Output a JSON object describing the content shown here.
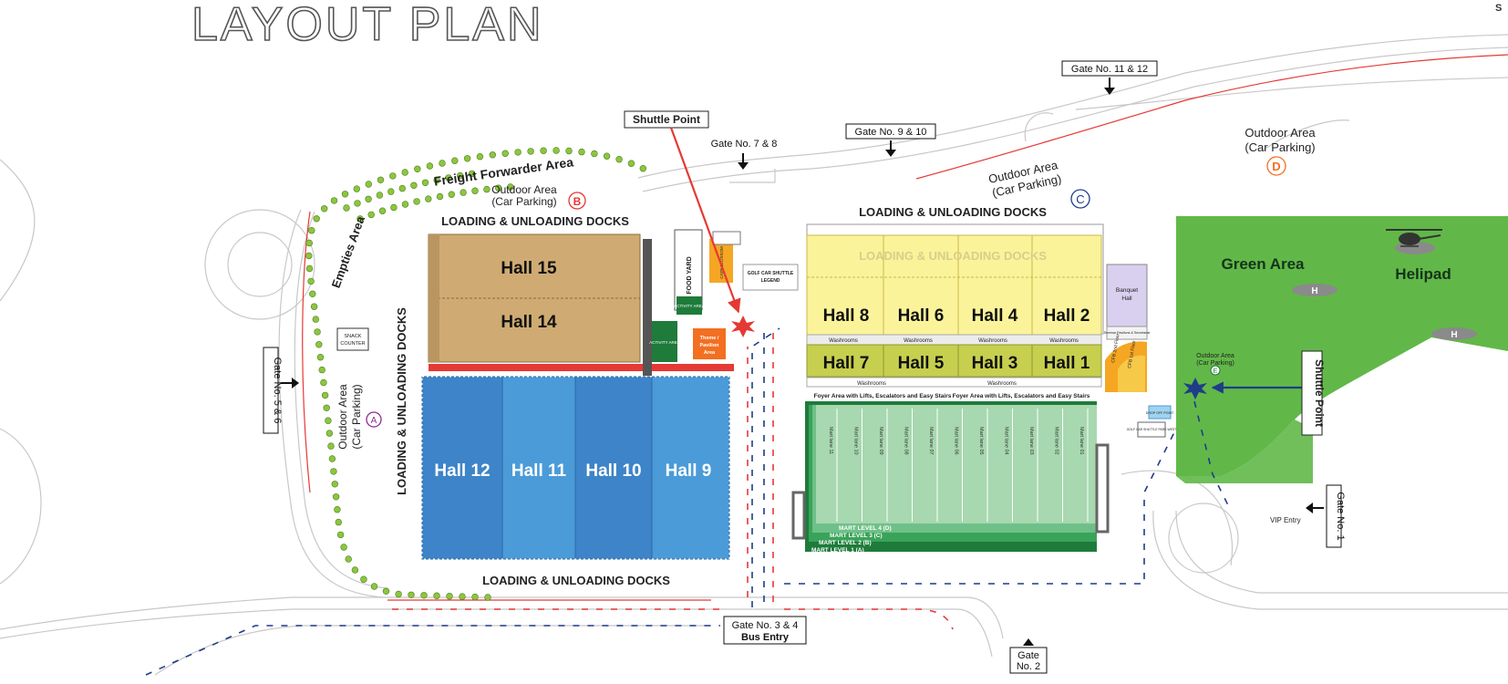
{
  "title": "LAYOUT PLAN",
  "colors": {
    "hall_tan": "#cfab73",
    "hall_blue_dark": "#3d84c8",
    "hall_blue": "#4b9bd8",
    "hall_yellow": "#fbf39a",
    "hall_olive": "#c7cf4f",
    "mart_green": "#a7d8b0",
    "green_area": "#61b848",
    "hedge": "#8cc63f",
    "bus_route": "#1f3c88",
    "car_route": "#e53935",
    "red_strip": "#e53935",
    "orange_badge": "#f36f21"
  },
  "gates": {
    "g1": "Gate No. 1",
    "g2_line1": "Gate",
    "g2_line2": "No. 2",
    "g34_line1": "Gate No. 3 & 4",
    "g34_line2": "Bus Entry",
    "g56": "Gate No. 5 & 6",
    "g78": "Gate No. 7 & 8",
    "g910": "Gate No. 9 & 10",
    "g1112": "Gate No. 11 & 12",
    "vip": "VIP Entry"
  },
  "shuttle_point": "Shuttle Point",
  "docks": {
    "north_left": "LOADING & UNLOADING DOCKS",
    "north_right": "LOADING & UNLOADING DOCKS",
    "south": "LOADING & UNLOADING DOCKS",
    "west": "LOADING & UNLOADING DOCKS",
    "yellow_overlay": "LOADING & UNLOADING DOCKS"
  },
  "areas": {
    "freight": "Freight Forwarder Area",
    "empties": "Empties Area",
    "outdoor": "Outdoor Area",
    "car_parking": "(Car Parking)",
    "badge_a": "A",
    "badge_b": "B",
    "badge_c": "C",
    "badge_d": "D",
    "badge_e": "E",
    "green_area": "Green Area",
    "helipad": "Helipad",
    "helipad_mark": "H"
  },
  "halls": {
    "h15": "Hall 15",
    "h14": "Hall 14",
    "h12": "Hall 12",
    "h11": "Hall 11",
    "h10": "Hall 10",
    "h9": "Hall 9",
    "h8": "Hall 8",
    "h6": "Hall 6",
    "h4": "Hall 4",
    "h2": "Hall 2",
    "h7": "Hall 7",
    "h5": "Hall 5",
    "h3": "Hall 3",
    "h1": "Hall 1"
  },
  "facilities": {
    "snack_line1": "SNACK",
    "snack_line2": "COUNTER",
    "food_yard": "FOOD YARD",
    "cafe": "CAFE BLOSSOM",
    "activity": "ACTIVITY AREA",
    "theme_line1": "Theme /",
    "theme_line2": "Pavilion",
    "theme_line3": "Area",
    "golf_legend_line1": "GOLF CAR SHUTTLE",
    "golf_legend_line2": "LEGEND",
    "banquet_line1": "Banquet",
    "banquet_line2": "Hall",
    "washrooms": "Washrooms",
    "foyer": "Foyer Area with Lifts, Escalators and Easy Stairs",
    "cfb2": "CFB 2nd Floor",
    "cfb1": "CFB 1st Floor",
    "seminar": "Seminar Pavilions & Secretariat",
    "drop_off": "DROP OFF POINT",
    "golf_park": "GOLF CAR SHUTTLE PARK WEST"
  },
  "mart": {
    "l4": "MART LEVEL 4 (D)",
    "l3": "MART LEVEL 3 (C)",
    "l2": "MART LEVEL 2 (B)",
    "l1": "MART LEVEL 1 (A)",
    "lanes": [
      "Mart lane 11",
      "Mart lane 10",
      "Mart lane 09",
      "Mart lane 08",
      "Mart lane 07",
      "Mart lane 06",
      "Mart lane 05",
      "Mart lane 04",
      "Mart lane 03",
      "Mart lane 02",
      "Mart lane 01"
    ]
  },
  "edge_letter": "S"
}
